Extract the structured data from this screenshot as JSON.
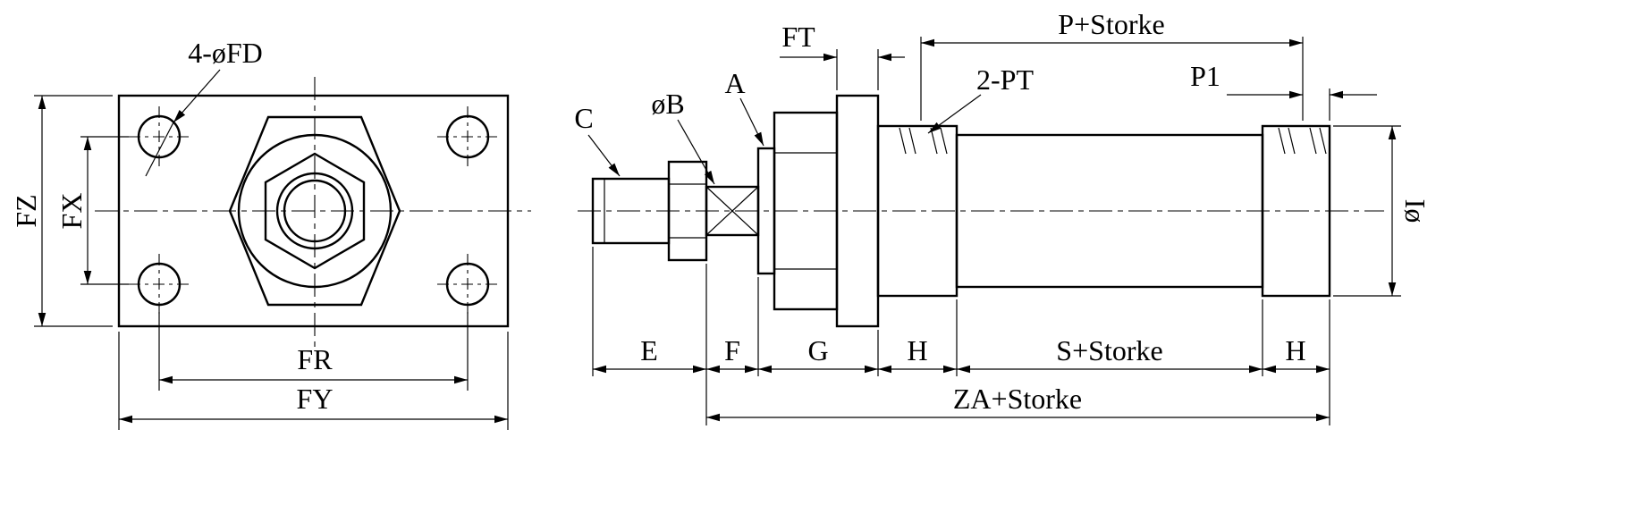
{
  "colors": {
    "background": "#ffffff",
    "line": "#000000"
  },
  "front_view": {
    "labels": {
      "holes": "4-øFD",
      "fz": "FZ",
      "fx": "FX",
      "fr": "FR",
      "fy": "FY"
    }
  },
  "side_view": {
    "labels": {
      "c": "C",
      "rod_thread_dia": "øB",
      "a": "A",
      "ft": "FT",
      "p_stroke": "P+Storke",
      "ports": "2-PT",
      "p1": "P1",
      "dia": "Iø",
      "e": "E",
      "f": "F",
      "g": "G",
      "h_front": "H",
      "s_stroke": "S+Storke",
      "h_rear": "H",
      "za_stroke": "ZA+Storke"
    }
  }
}
